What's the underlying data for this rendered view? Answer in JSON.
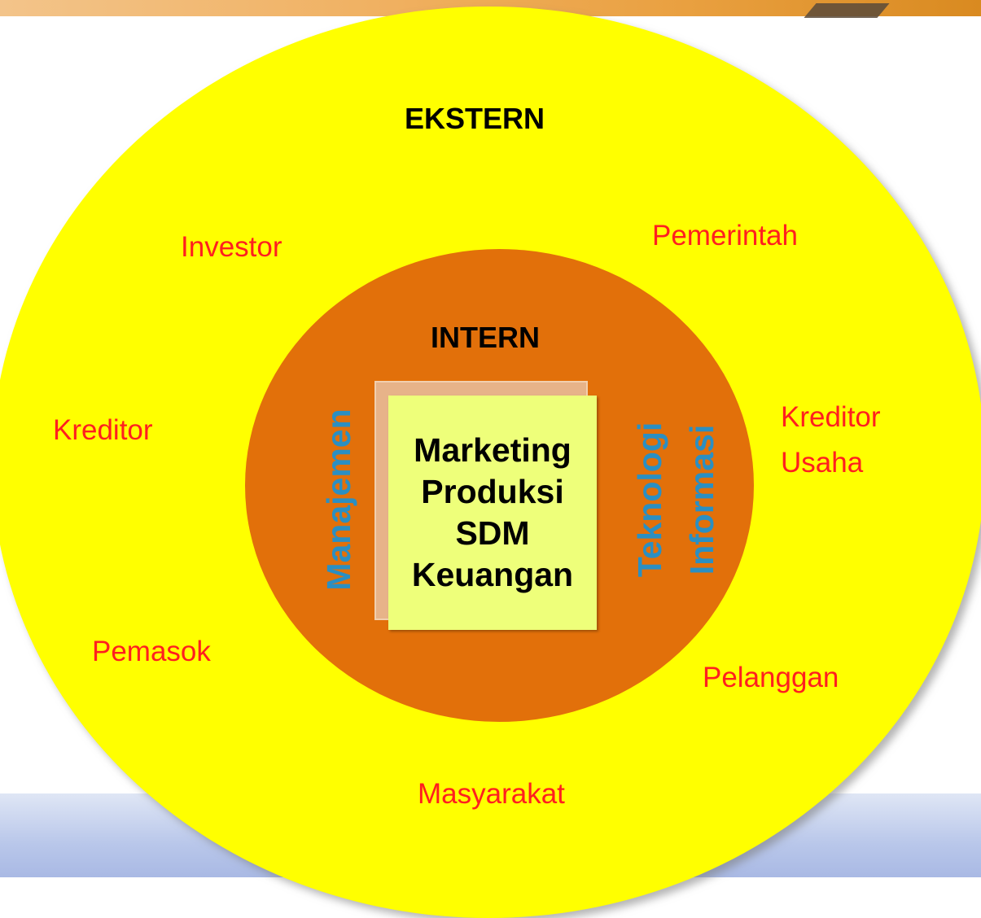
{
  "diagram": {
    "outer": {
      "title": "EKSTERN",
      "color": "#ffff00"
    },
    "inner": {
      "title": "INTERN",
      "color": "#e2700a"
    },
    "external_stakeholders": {
      "investor": "Investor",
      "pemerintah": "Pemerintah",
      "kreditor": "Kreditor",
      "kreditor_usaha_1": "Kreditor",
      "kreditor_usaha_2": "Usaha",
      "pemasok": "Pemasok",
      "pelanggan": "Pelanggan",
      "masyarakat": "Masyarakat"
    },
    "internal_side_labels": {
      "left": "Manajemen",
      "right_1": "Teknologi",
      "right_2": "Informasi"
    },
    "core_functions": [
      "Marketing",
      "Produksi",
      "SDM",
      "Keuangan"
    ],
    "colors": {
      "external_text": "#ff1f1f",
      "side_text": "#2b8fc2",
      "core_box": "#eeff7a"
    }
  }
}
